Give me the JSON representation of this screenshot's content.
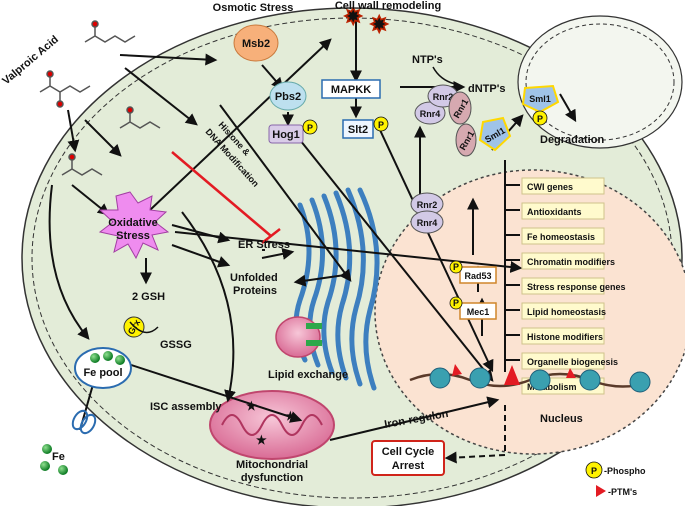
{
  "labels": {
    "valproic_acid": "Valproic Acid",
    "osmotic_stress": "Osmotic Stress",
    "cell_wall": "Cell wall remodeling",
    "msb2": "Msb2",
    "pbs2": "Pbs2",
    "hog1": "Hog1",
    "mapkk": "MAPKK",
    "slt2": "Slt2",
    "ntps": "NTP's",
    "dntps": "dNTP's",
    "rnr2_top": "Rnr2",
    "rnr4_top": "Rnr4",
    "rnr1_top": "Rnr1",
    "rnr1_mid": "Rnr1",
    "sml1_left": "Sml1",
    "sml1_right": "Sml1",
    "degradation": "Degradation",
    "histone_line1": "Histone &",
    "histone_line2": "DNA Modification",
    "oxidative_line1": "Oxidative",
    "oxidative_line2": "Stress",
    "er_stress": "ER Stress",
    "unfolded_line1": "Unfolded",
    "unfolded_line2": "Proteins",
    "gsh": "2 GSH",
    "grx": "Grx",
    "gssg": "GSSG",
    "fe_pool": "Fe pool",
    "fe": "Fe",
    "isc_assembly": "ISC assembly",
    "lipid_exchange": "Lipid exchange",
    "mito_line1": "Mitochondrial",
    "mito_line2": "dysfunction",
    "iron_regulon": "Iron-regulon",
    "cell_cycle_line1": "Cell Cycle",
    "cell_cycle_line2": "Arrest",
    "nucleus": "Nucleus",
    "rnr2_nuc": "Rnr2",
    "rnr4_nuc": "Rnr4",
    "rad53": "Rad53",
    "mec1": "Mec1",
    "phospho_badge": "P",
    "legend_phospho": "-Phospho",
    "legend_ptm": "-PTM's"
  },
  "genes": [
    "CWI genes",
    "Antioxidants",
    "Fe homeostasis",
    "Chromatin modifiers",
    "Stress response genes",
    "Lipid homeostasis",
    "Histone modifiers",
    "Organelle biogenesis",
    "Metabolism"
  ],
  "colors": {
    "cell_fill": "#e3ecd8",
    "nucleus_fill": "#fbe3d2",
    "msb2": "#f7b07a",
    "pbs2": "#bde0ef",
    "hog1": "#d9cce8",
    "rnr": "#d2c9e6",
    "rnr1": "#d6a9b0",
    "sml1": "#9fc3e8",
    "phospho": "#fff200",
    "oxidative": "#ef8cef",
    "gene_box": "#fffacd",
    "er": "#4f8fc7",
    "mito": "#e9a7c0",
    "inhibit": "#e31b23"
  }
}
